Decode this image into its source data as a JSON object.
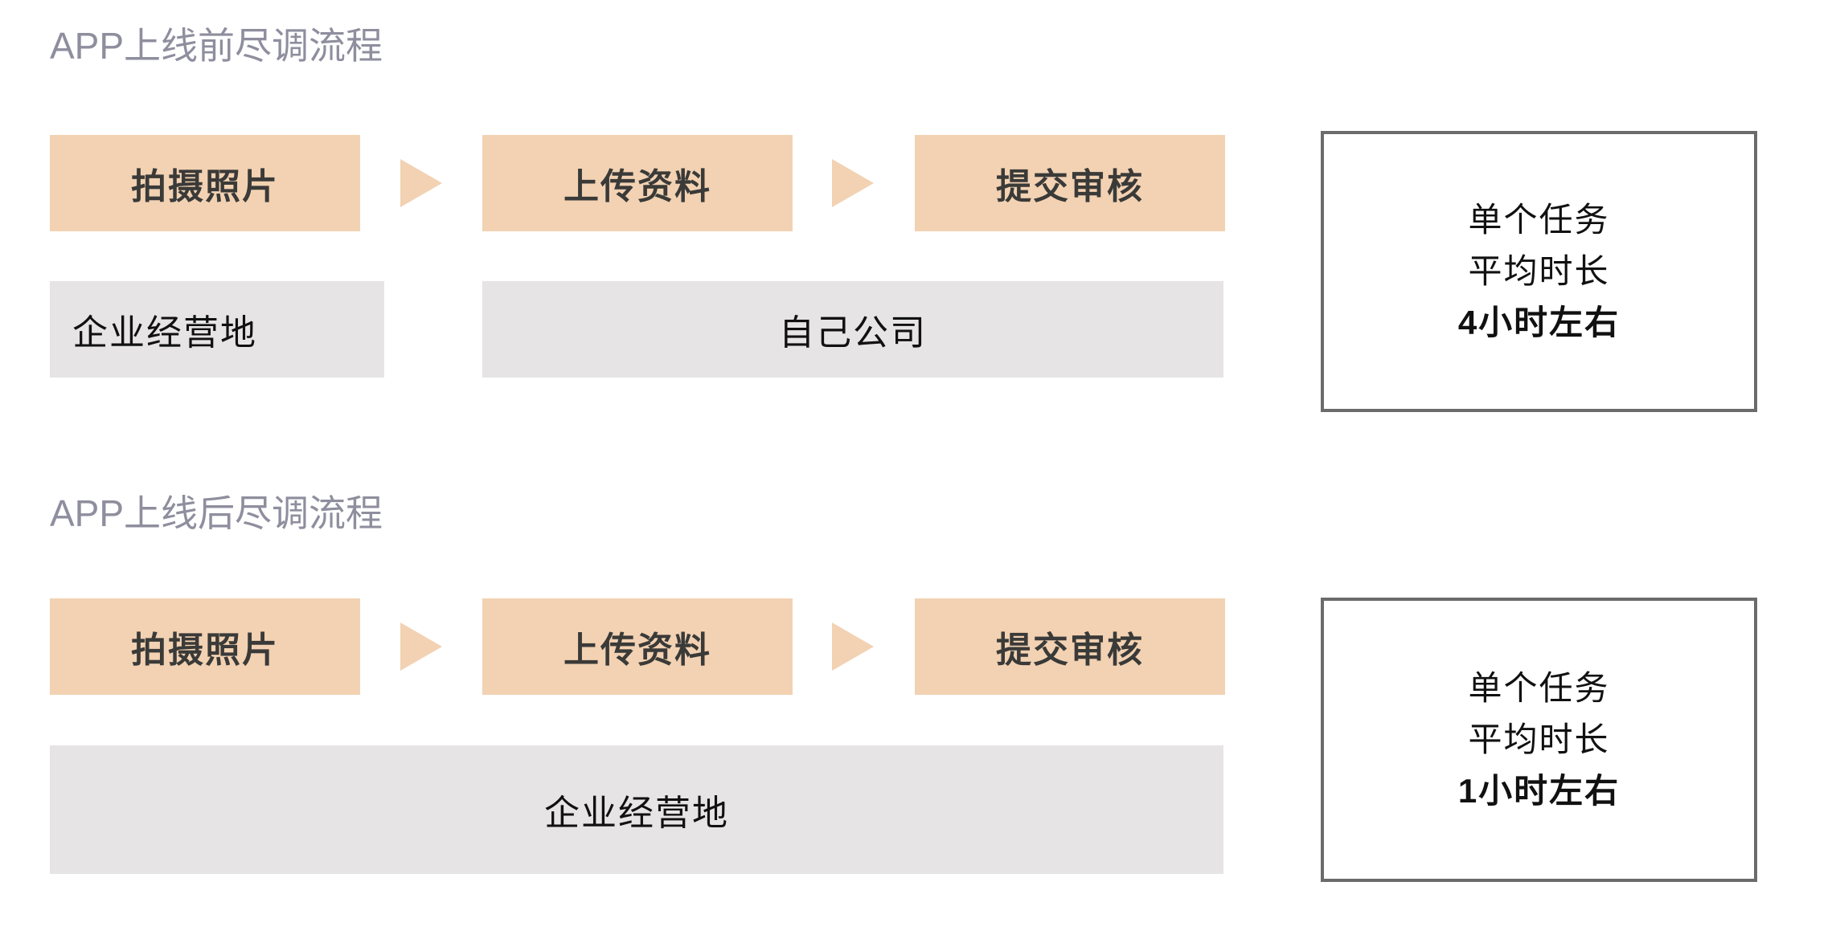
{
  "page": {
    "background_color": "#FFFFFF",
    "accent_color": "#F2D2B3",
    "muted_color": "#E6E4E4",
    "title_color": "#8E8E9E",
    "border_color": "#6B6B6B"
  },
  "sections": [
    {
      "title": "APP上线前尽调流程",
      "steps": [
        {
          "label": "拍摄照片"
        },
        {
          "label": "上传资料"
        },
        {
          "label": "提交审核"
        }
      ],
      "arrow_icon": "play-triangle-right-icon",
      "locations": [
        {
          "label": "企业经营地"
        },
        {
          "label": "自己公司"
        }
      ],
      "duration_panel": {
        "line1": "单个任务",
        "line2": "平均时长",
        "line3": "4小时左右"
      }
    },
    {
      "title": "APP上线后尽调流程",
      "steps": [
        {
          "label": "拍摄照片"
        },
        {
          "label": "上传资料"
        },
        {
          "label": "提交审核"
        }
      ],
      "arrow_icon": "play-triangle-right-icon",
      "locations": [
        {
          "label": "企业经营地"
        }
      ],
      "duration_panel": {
        "line1": "单个任务",
        "line2": "平均时长",
        "line3": "1小时左右"
      }
    }
  ]
}
